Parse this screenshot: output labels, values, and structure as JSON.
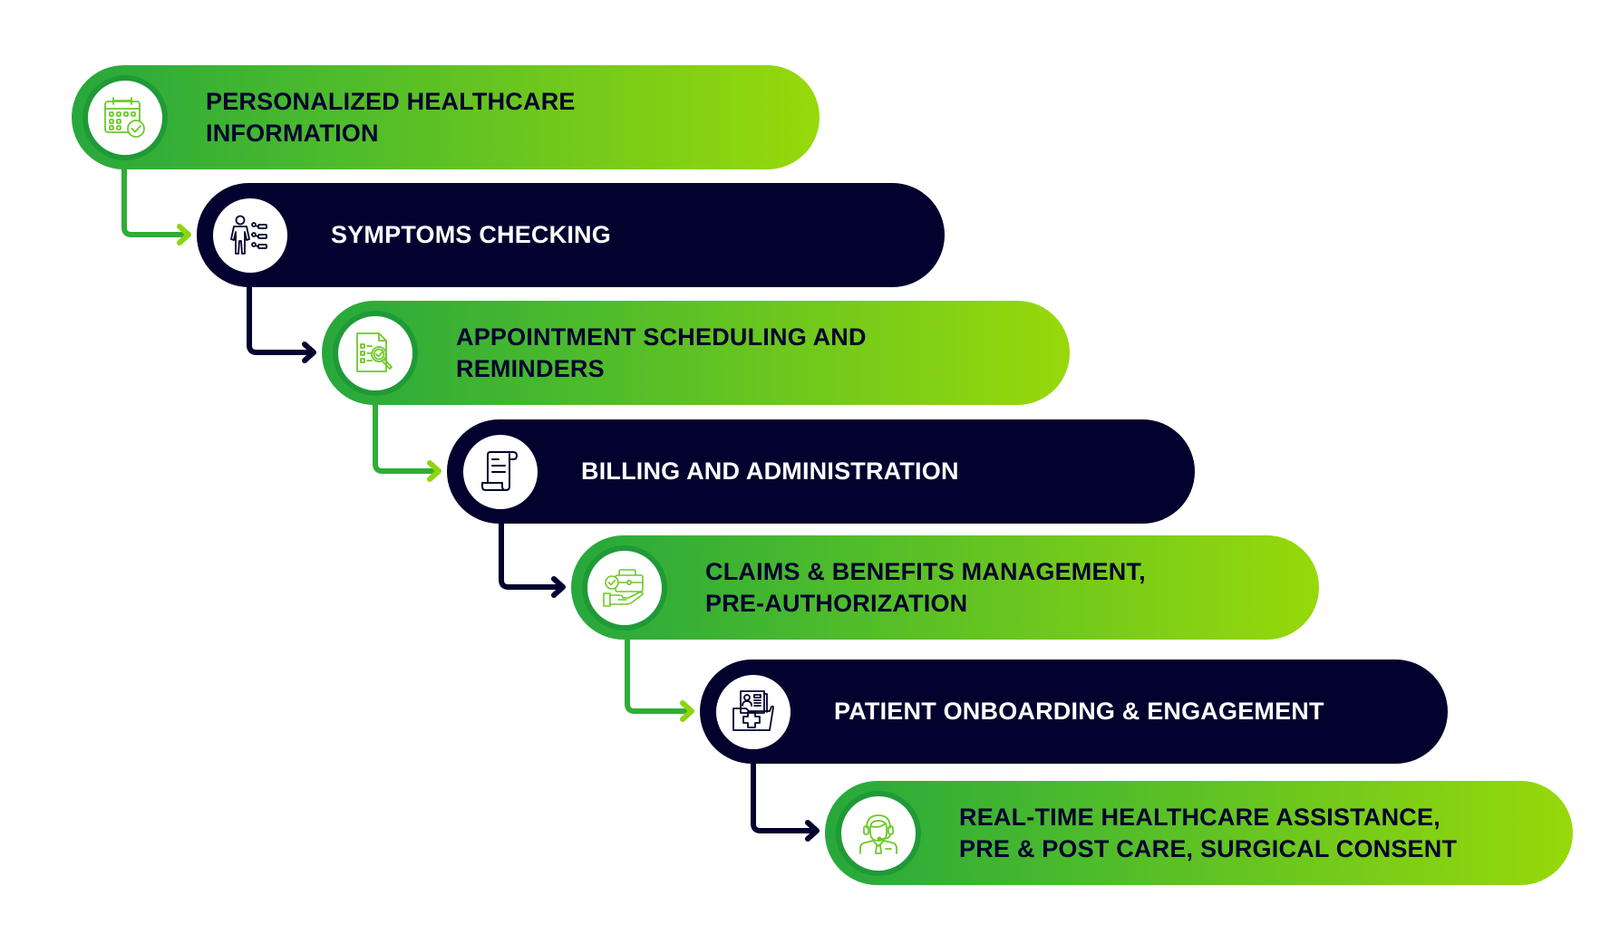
{
  "title": "Healthcare AI use cases flow",
  "colors": {
    "green_start": "#27a83c",
    "green_end": "#97d90a",
    "navy": "#03022f",
    "ring": "#1f9a36",
    "icon_green": "#6cc92a",
    "icon_navy": "#03022f"
  },
  "steps": [
    {
      "theme": "green",
      "icon": "calendar-check-icon",
      "lines": [
        "PERSONALIZED HEALTHCARE",
        "INFORMATION"
      ]
    },
    {
      "theme": "navy",
      "icon": "symptoms-checklist-icon",
      "lines": [
        "SYMPTOMS CHECKING"
      ]
    },
    {
      "theme": "green",
      "icon": "document-search-icon",
      "lines": [
        "APPOINTMENT SCHEDULING AND",
        "REMINDERS"
      ]
    },
    {
      "theme": "navy",
      "icon": "bill-scroll-icon",
      "lines": [
        "BILLING AND ADMINISTRATION"
      ]
    },
    {
      "theme": "green",
      "icon": "briefcase-hand-icon",
      "lines": [
        "CLAIMS & BENEFITS MANAGEMENT,",
        "PRE-AUTHORIZATION"
      ]
    },
    {
      "theme": "navy",
      "icon": "medical-folder-icon",
      "lines": [
        "PATIENT ONBOARDING & ENGAGEMENT"
      ]
    },
    {
      "theme": "green",
      "icon": "headset-agent-icon",
      "lines": [
        "REAL-TIME HEALTHCARE ASSISTANCE,",
        "PRE & POST CARE, SURGICAL CONSENT"
      ]
    }
  ]
}
